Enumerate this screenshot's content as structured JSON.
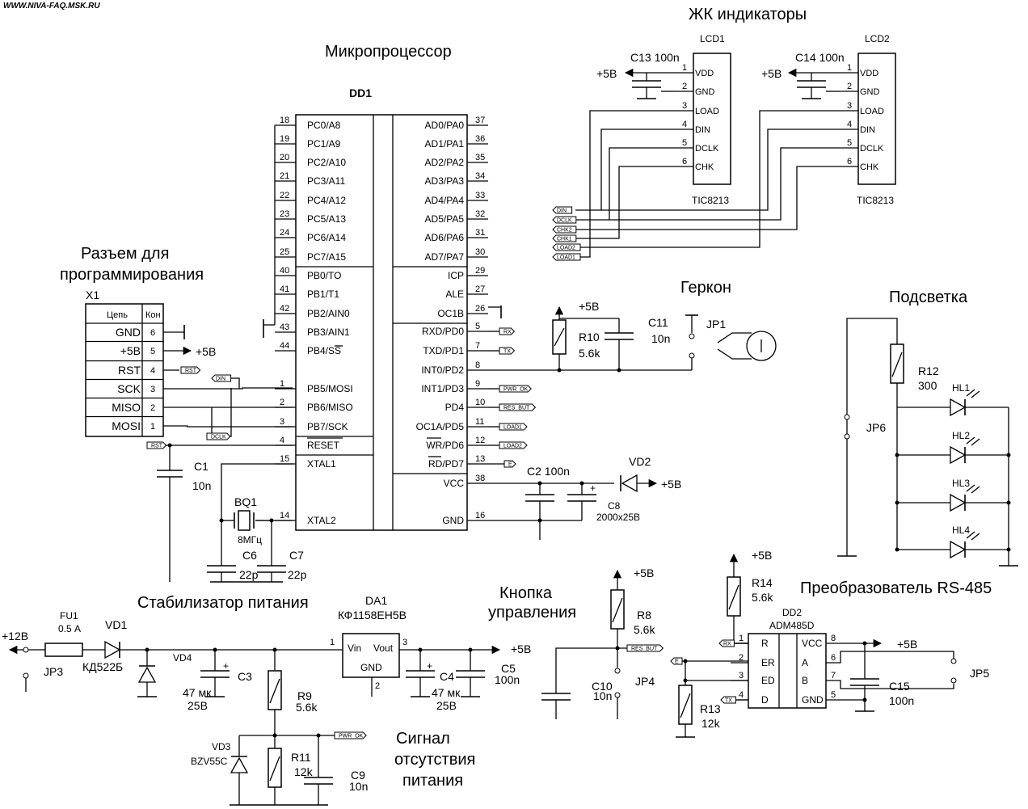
{
  "watermark": "WWW.NIVA-FAQ.MSK.RU",
  "titles": {
    "mcu": "Микропроцессор",
    "lcd": "ЖК индикаторы",
    "prog_1": "Разъем для",
    "prog_2": "программирования",
    "reed": "Геркон",
    "backlight": "Подсветка",
    "stab": "Стабилизатор питания",
    "button_1": "Кнопка",
    "button_2": "управления",
    "rs485": "Преобразователь RS-485",
    "signal_1": "Сигнал",
    "signal_2": "отсутствия",
    "signal_3": "питания"
  },
  "mcu": {
    "ref": "DD1",
    "left_pins": [
      {
        "num": "18",
        "name": "PC0/A8"
      },
      {
        "num": "19",
        "name": "PC1/A9"
      },
      {
        "num": "20",
        "name": "PC2/A10"
      },
      {
        "num": "21",
        "name": "PC3/A11"
      },
      {
        "num": "22",
        "name": "PC4/A12"
      },
      {
        "num": "23",
        "name": "PC5/A13"
      },
      {
        "num": "24",
        "name": "PC6/A14"
      },
      {
        "num": "25",
        "name": "PC7/A15"
      },
      {
        "num": "40",
        "name": "PB0/TO"
      },
      {
        "num": "41",
        "name": "PB1/T1"
      },
      {
        "num": "42",
        "name": "PB2/AIN0"
      },
      {
        "num": "43",
        "name": "PB3/AIN1"
      },
      {
        "num": "44",
        "name": "PB4/SS"
      },
      {
        "num": "1",
        "name": "PB5/MOSI"
      },
      {
        "num": "2",
        "name": "PB6/MISO"
      },
      {
        "num": "3",
        "name": "PB7/SCK"
      },
      {
        "num": "4",
        "name": "RESET"
      },
      {
        "num": "15",
        "name": "XTAL1"
      },
      {
        "num": "14",
        "name": "XTAL2"
      }
    ],
    "right_pins": [
      {
        "num": "37",
        "name": "AD0/PA0"
      },
      {
        "num": "36",
        "name": "AD1/PA1"
      },
      {
        "num": "35",
        "name": "AD2/PA2"
      },
      {
        "num": "34",
        "name": "AD3/PA3"
      },
      {
        "num": "33",
        "name": "AD4/PA4"
      },
      {
        "num": "32",
        "name": "AD5/PA5"
      },
      {
        "num": "31",
        "name": "AD6/PA6"
      },
      {
        "num": "30",
        "name": "AD7/PA7"
      },
      {
        "num": "29",
        "name": "ICP"
      },
      {
        "num": "27",
        "name": "ALE"
      },
      {
        "num": "26",
        "name": "OC1B"
      },
      {
        "num": "5",
        "name": "RXD/PD0"
      },
      {
        "num": "7",
        "name": "TXD/PD1"
      },
      {
        "num": "8",
        "name": "INT0/PD2"
      },
      {
        "num": "9",
        "name": "INT1/PD3"
      },
      {
        "num": "10",
        "name": "PD4"
      },
      {
        "num": "11",
        "name": "OC1A/PD5"
      },
      {
        "num": "12",
        "name": "WR/PD6"
      },
      {
        "num": "13",
        "name": "RD/PD7"
      },
      {
        "num": "38",
        "name": "VCC"
      },
      {
        "num": "16",
        "name": "GND"
      }
    ]
  },
  "lcd1": {
    "ref": "LCD1",
    "part": "TIC8213",
    "cap": "C13 100n",
    "supply": "+5В",
    "pins": [
      {
        "num": "1",
        "name": "VDD"
      },
      {
        "num": "2",
        "name": "GND"
      },
      {
        "num": "3",
        "name": "LOAD"
      },
      {
        "num": "4",
        "name": "DIN"
      },
      {
        "num": "5",
        "name": "DCLK"
      },
      {
        "num": "6",
        "name": "CHK"
      }
    ]
  },
  "lcd2": {
    "ref": "LCD2",
    "part": "TIC8213",
    "cap": "C14 100n",
    "supply": "+5В",
    "pins": [
      {
        "num": "1",
        "name": "VDD"
      },
      {
        "num": "2",
        "name": "GND"
      },
      {
        "num": "3",
        "name": "LOAD"
      },
      {
        "num": "4",
        "name": "DIN"
      },
      {
        "num": "5",
        "name": "DCLK"
      },
      {
        "num": "6",
        "name": "CHK"
      }
    ]
  },
  "lcd_bus": [
    "DIN",
    "DCLK",
    "CHK2",
    "CHK1",
    "LOAD2",
    "LOAD1"
  ],
  "x1": {
    "ref": "X1",
    "col_name": "Цепь",
    "col_pin": "Кон",
    "rows": [
      {
        "net": "GND",
        "pin": "6"
      },
      {
        "net": "+5В",
        "pin": "5"
      },
      {
        "net": "RST",
        "pin": "4"
      },
      {
        "net": "SCK",
        "pin": "3"
      },
      {
        "net": "MISO",
        "pin": "2"
      },
      {
        "net": "MOSI",
        "pin": "1"
      }
    ],
    "supply": "+5В"
  },
  "flags": {
    "rst": "RST",
    "din": "DIN",
    "dclk": "DCLK",
    "rst2": "RST",
    "rx": "RX",
    "tx": "TX",
    "pwr_ok": "PWR_OK",
    "res_but": "RES_BUT",
    "load1": "LOAD1",
    "load2": "LOAD2",
    "e": "E",
    "rx2": "RX",
    "tx2": "TX",
    "e2": "E",
    "res_but2": "RES_BUT",
    "pwr_ok2": "PWR_OK"
  },
  "parts": {
    "c1_ref": "C1",
    "c1_val": "10n",
    "bq1_ref": "BQ1",
    "bq1_val": "8МГц",
    "c6_ref": "C6",
    "c6_val": "22p",
    "c7_ref": "C7",
    "c7_val": "22p",
    "c2": "C2  100n",
    "c8_ref": "C8",
    "c8_val": "2000x25В",
    "vd2": "VD2",
    "vd2_supply": "+5В",
    "r10_ref": "R10",
    "r10_val": "5.6k",
    "r10_supply": "+5В",
    "c11_ref": "C11",
    "c11_val": "10n",
    "jp1": "JP1",
    "jp6": "JP6",
    "r12_ref": "R12",
    "r12_val": "300",
    "hl1": "HL1",
    "hl2": "HL2",
    "hl3": "HL3",
    "hl4": "HL4",
    "vin": "+12В",
    "fu1_ref": "FU1",
    "fu1_val": "0.5 А",
    "vd1_ref": "VD1",
    "vd1_val": "КД522Б",
    "jp3": "JP3",
    "vd4": "VD4",
    "c3_ref": "C3",
    "c3_val1": "47 мк",
    "c3_val2": "25В",
    "r9_ref": "R9",
    "r9_val": "5.6k",
    "da1_ref": "DA1",
    "da1_part": "КФ1158ЕН5В",
    "da1_vin": "Vin",
    "da1_vout": "Vout",
    "da1_gnd": "GND",
    "da1_p1": "1",
    "da1_p2": "2",
    "da1_p3": "3",
    "c4_ref": "C4",
    "c4_val1": "47 мк",
    "c4_val2": "25В",
    "c5_ref": "C5",
    "c5_val": "100n",
    "vout": "+5В",
    "vd3_ref": "VD3",
    "vd3_val": "BZV55C",
    "r11_ref": "R11",
    "r11_val": "12k",
    "c9_ref": "C9",
    "c9_val": "10n",
    "r8_ref": "R8",
    "r8_val": "5.6k",
    "r8_supply": "+5В",
    "c10_ref": "C10",
    "c10_val": "10n",
    "jp4": "JP4",
    "r14_ref": "R14",
    "r14_val": "5.6k",
    "r14_supply": "+5В",
    "r13_ref": "R13",
    "r13_val": "12k",
    "dd2_ref": "DD2",
    "dd2_part": "ADM485D",
    "dd2_supply": "+5В",
    "c15_ref": "C15",
    "c15_val": "100n",
    "jp5": "JP5"
  },
  "dd2_left": [
    {
      "num": "1",
      "name": "R"
    },
    {
      "num": "2",
      "name": "ER"
    },
    {
      "num": "3",
      "name": "ED"
    },
    {
      "num": "4",
      "name": "D"
    }
  ],
  "dd2_right": [
    {
      "num": "8",
      "name": "VCC"
    },
    {
      "num": "6",
      "name": "A"
    },
    {
      "num": "7",
      "name": "B"
    },
    {
      "num": "5",
      "name": "GND"
    }
  ]
}
